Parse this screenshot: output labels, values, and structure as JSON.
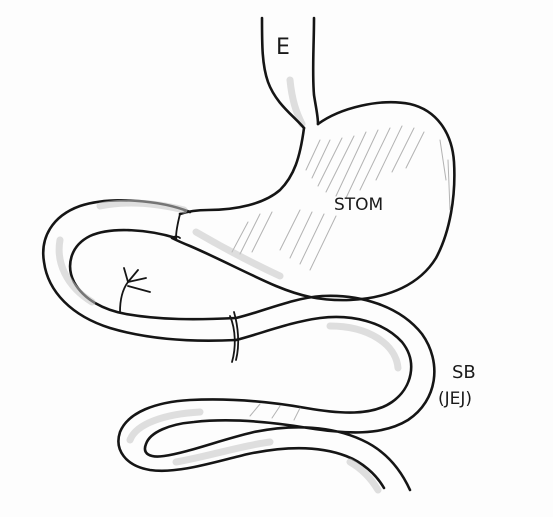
{
  "labels": {
    "esophagus": "E",
    "stomach": "STOM",
    "small_bowel": "SB",
    "small_bowel_part": "(JEJ)"
  }
}
